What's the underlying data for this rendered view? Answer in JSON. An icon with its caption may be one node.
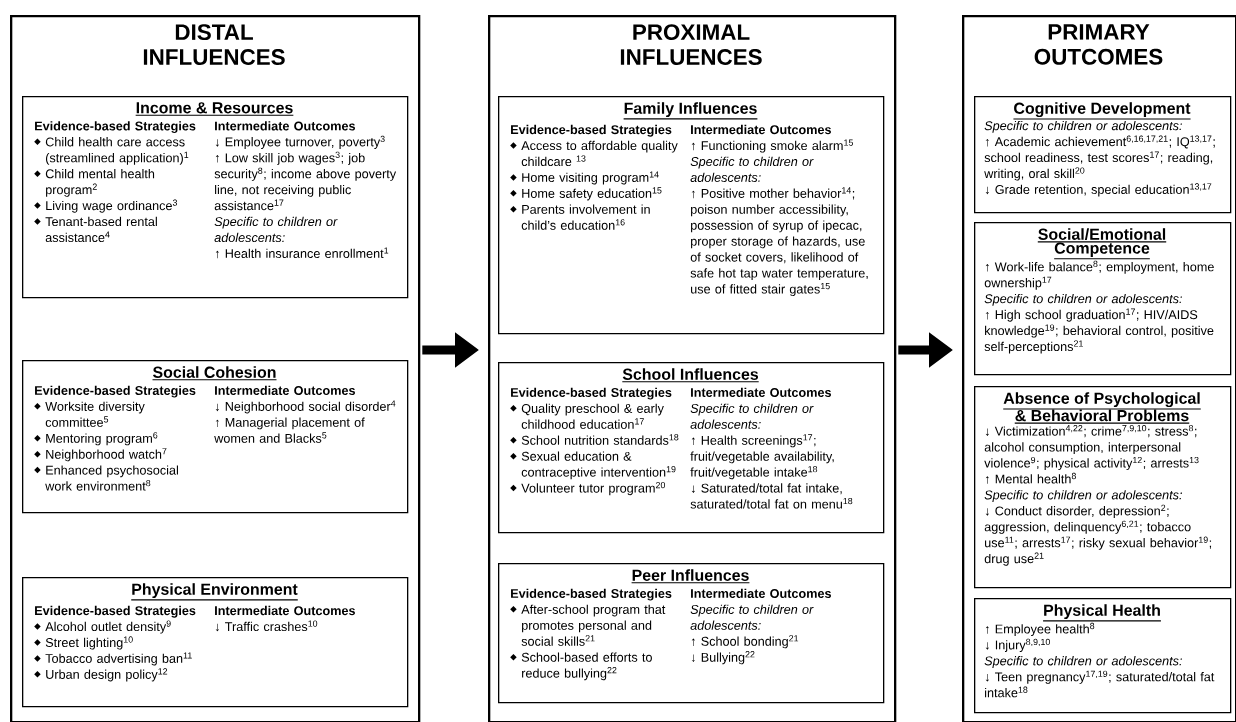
{
  "diagram": {
    "nodes": [
      {
        "text": [
          "DISTAL INFLUENCES"
        ]
      },
      {
        "text": [
          "Income & Resources",
          "Evidence-based Strategies",
          "Child health care access (streamlined application)$^{1}$",
          "Child mental health program$^{2}$",
          "Living wage ordinance$^{3}$",
          "Tenant-based rental assistance$^{4}$",
          "Intermediate Outcomes",
          "↓ Employee turnover, poverty$^{3}$",
          "↑ Low skill job wages$^{3}$; job security$^{8}$; income above poverty line, not receiving public assistance$^{17}$",
          "Specific to children or adolescents:",
          "↑ Health insurance enrollment$^{1}$"
        ],
        "in": 0
      },
      {
        "text": [
          "Social Cohesion",
          "Evidence-based Strategies",
          "Worksite diversity committee$^{5}$",
          "Mentoring program$^{6}$",
          "Neighborhood watch$^{7}$",
          "Enhanced psychosocial work environment$^{8}$",
          "Intermediate Outcomes",
          "↓ Neighborhood social disorder$^{4}$",
          "↑ Managerial placement of women and Blacks$^{5}$"
        ],
        "in": 0
      },
      {
        "text": [
          "Physical Environment",
          "Evidence-based Strategies",
          "Alcohol outlet density$^{9}$",
          "Street lighting$^{10}$",
          "Tobacco advertising ban$^{11}$",
          "Urban design policy$^{12}$",
          "Intermediate Outcomes",
          "↓ Traffic crashes$^{10}$"
        ],
        "in": 0
      },
      {
        "text": [
          "PROXIMAL INFLUENCES"
        ]
      },
      {
        "text": [
          "Family Influences",
          "Evidence-based Strategies",
          "Access to affordable quality childcare $^{13}$",
          "Home visiting program$^{14}$",
          "Home safety education$^{15}$",
          "Parents involvement in child’s education$^{16}$",
          "Intermediate Outcomes",
          "↑ Functioning smoke alarm$^{15}$",
          "Specific to children or adolescents:",
          "↑ Positive mother behavior$^{14}$; poison number accessibility, possession of syrup of ipecac, proper storage of hazards, use of socket covers, likelihood of safe hot tap water temperature, use of fitted stair gates$^{15}$"
        ],
        "in": 4
      },
      {
        "text": [
          "School Influences",
          "Evidence-based Strategies",
          "Quality preschool & early childhood education$^{17}$",
          "School nutrition standards$^{18}$",
          "Sexual education & contraceptive intervention$^{19}$",
          "Volunteer tutor program$^{20}$",
          "Intermediate Outcomes",
          "Specific to children or adolescents:",
          "↑ Health screenings$^{17}$; fruit/vegetable availability, fruit/vegetable intake$^{18}$",
          "↓ Saturated/total fat intake, saturated/total fat on menu$^{18}$"
        ],
        "in": 4
      },
      {
        "text": [
          "Peer Influences",
          "Evidence-based Strategies",
          "After-school program that promotes personal and social skills$^{21}$",
          "School-based efforts to reduce bullying$^{22}$",
          "Intermediate Outcomes",
          "Specific to children or adolescents:",
          "↑ School bonding$^{21}$",
          "↓ Bullying$^{22}$"
        ],
        "in": 4
      },
      {
        "text": [
          "PRIMARY OUTCOMES"
        ]
      },
      {
        "text": [
          "Cognitive Development",
          "Specific to children or adolescents:",
          "↑ Academic achievement$^{6,16,17,21}$; IQ$^{13,17}$; school readiness, test scores$^{17}$; reading, writing, oral skill$^{20}$",
          "↓ Grade retention, special education$^{13,17}$"
        ],
        "in": 8
      },
      {
        "text": [
          "Social/Emotional Competence",
          "↑ Work-life balance$^{8}$; employment, home ownership$^{17}$",
          "Specific to children or adolescents:",
          "↑ High school graduation$^{17}$; HIV/AIDS knowledge$^{19}$; behavioral control, positive self-perceptions$^{21}$"
        ],
        "in": 8
      },
      {
        "text": [
          "Absence of Psychological & Behavioral Problems",
          "↓ Victimization$^{4,22}$; crime$^{7,9,10}$; stress$^{8}$; alcohol consumption, interpersonal violence$^{9}$; physical activity$^{12}$; arrests$^{13}$",
          "↑ Mental health$^{8}$",
          "Specific to children or adolescents:",
          "↓ Conduct disorder, depression$^{2}$; aggression, delinquency$^{6,21}$; tobacco use$^{11}$; arrests$^{17}$; risky sexual behavior$^{19}$; drug use$^{21}$"
        ],
        "in": 8
      },
      {
        "text": [
          "Physical Health",
          "↑ Employee health$^{8}$",
          "↓ Injury$^{8,9,10}$",
          "Specific to children or adolescents:",
          "↓ Teen pregnancy$^{17,19}$; saturated/total fat intake$^{18}$"
        ],
        "in": 8
      }
    ],
    "edges": [
      {
        "from": 0,
        "to": 4,
        "arrow": "to"
      },
      {
        "from": 4,
        "to": 8,
        "arrow": "to"
      }
    ]
  }
}
